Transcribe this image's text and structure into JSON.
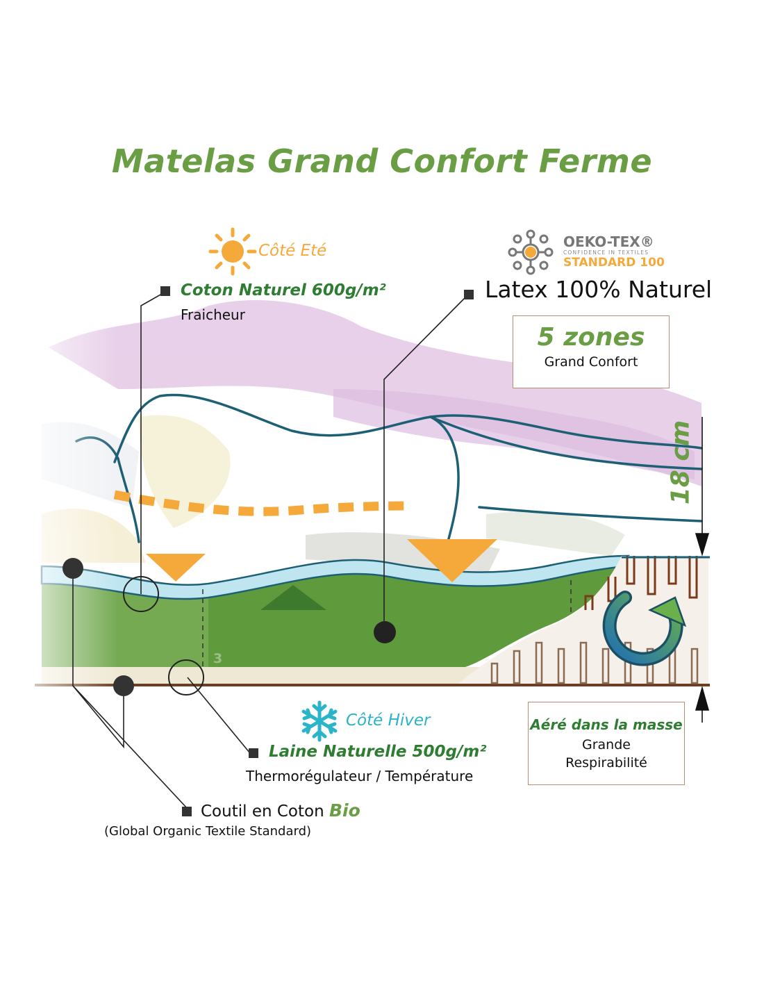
{
  "title": "Matelas Grand Confort Ferme",
  "colors": {
    "green": "#6a9e45",
    "dark_green": "#2f7d32",
    "orange": "#f4a93a",
    "blue": "#3aa6c8",
    "brown": "#7a4a2a",
    "box_border": "#b98c73"
  },
  "icons": {
    "sun": "sun-icon",
    "snowflake": "snowflake-icon",
    "oeko": "oeko-tex-logo",
    "rotate": "rotate-arrow-icon"
  },
  "summer": {
    "label": "Côté Eté"
  },
  "winter": {
    "label": "Côté Hiver"
  },
  "oekotex": {
    "name": "OEKO-TEX®",
    "tagline": "CONFIDENCE IN TEXTILES",
    "standard": "STANDARD 100"
  },
  "cotton": {
    "title": "Coton Naturel 600g/m²",
    "subtitle": "Fraicheur"
  },
  "latex": {
    "title": "Latex 100% Naturel"
  },
  "zones": {
    "title": "5 zones",
    "subtitle": "Grand Confort"
  },
  "height": {
    "value": "18 cm"
  },
  "wool": {
    "title": "Laine Naturelle 500g/m²",
    "subtitle": "Thermorégulateur / Température"
  },
  "ticking": {
    "prefix": "Coutil en Coton",
    "accent": "Bio",
    "subtitle": "(Global Organic Textile Standard)"
  },
  "aired": {
    "title": "Aéré dans la masse",
    "line1": "Grande",
    "line2": "Respirabilité"
  },
  "zone_number": "3"
}
